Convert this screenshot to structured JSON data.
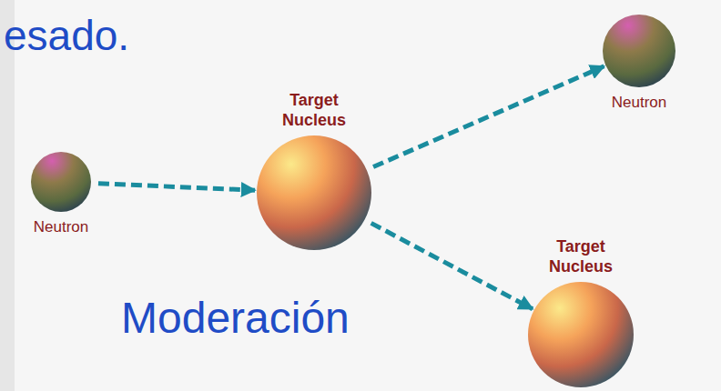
{
  "diagram": {
    "nodes": [
      {
        "text": [
          "Neutron"
        ]
      },
      {
        "text": [
          "Target Nucleus"
        ]
      },
      {
        "text": [
          "Neutron"
        ]
      },
      {
        "text": [
          "Target Nucleus"
        ]
      }
    ],
    "edges": [
      {
        "from": 0,
        "to": 1,
        "arrow": "to"
      },
      {
        "from": 1,
        "to": 2,
        "arrow": "to"
      },
      {
        "from": 1,
        "to": 3,
        "arrow": "to"
      }
    ],
    "labels": [
      "esado.",
      "Moderación"
    ]
  }
}
